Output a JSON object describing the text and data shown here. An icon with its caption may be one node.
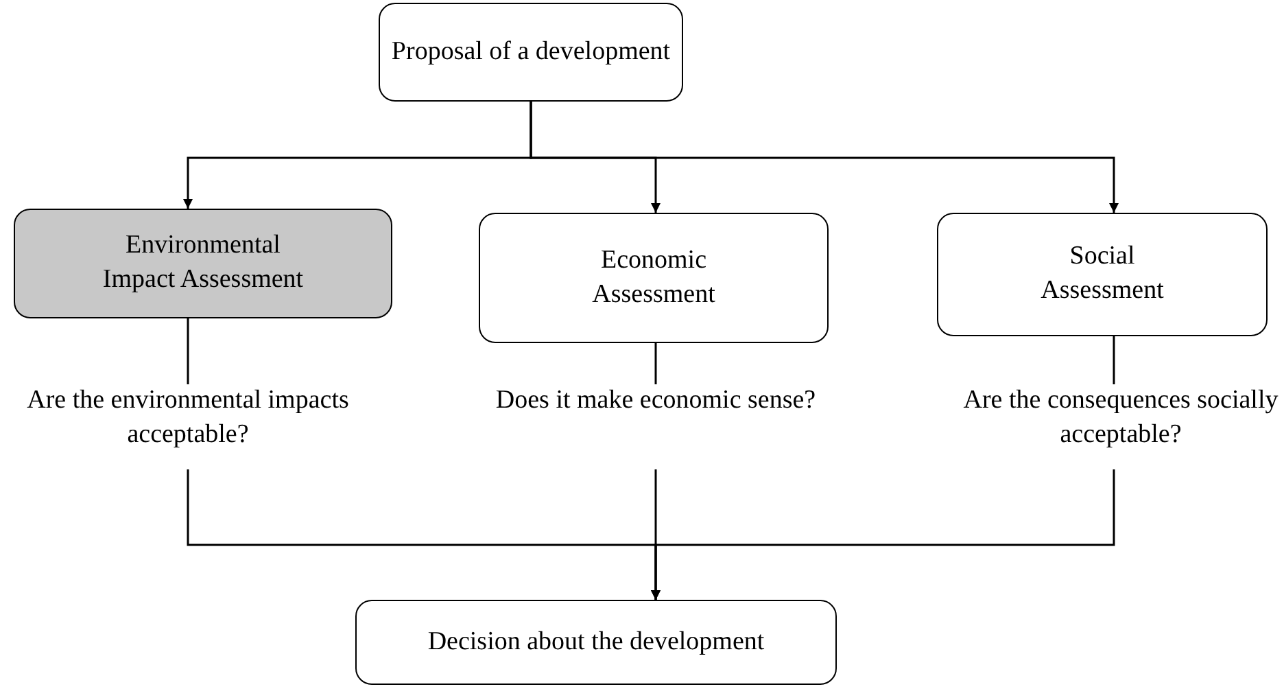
{
  "diagram": {
    "nodes": [
      {
        "text": [
          "Proposal of a development"
        ]
      },
      {
        "text": [
          "Environmental Impact Assessment"
        ]
      },
      {
        "text": [
          "Economic Assessment"
        ]
      },
      {
        "text": [
          "Social Assessment"
        ]
      },
      {
        "text": [
          "Are the environmental impacts acceptable?"
        ]
      },
      {
        "text": [
          "Does it make economic sense?"
        ]
      },
      {
        "text": [
          "Are the consequences socially acceptable?"
        ]
      },
      {
        "text": [
          "Decision about the development"
        ]
      }
    ],
    "edges": [
      {
        "from": 0,
        "to": 1,
        "arrow": "to"
      },
      {
        "from": 0,
        "to": 2,
        "arrow": "to"
      },
      {
        "from": 0,
        "to": 3,
        "arrow": "to"
      },
      {
        "from": 1,
        "to": 4,
        "arrow": "none"
      },
      {
        "from": 2,
        "to": 5,
        "arrow": "none"
      },
      {
        "from": 3,
        "to": 6,
        "arrow": "none"
      },
      {
        "from": 4,
        "to": 7,
        "arrow": "to"
      },
      {
        "from": 5,
        "to": 7,
        "arrow": "to"
      },
      {
        "from": 6,
        "to": 7,
        "arrow": "to"
      }
    ]
  }
}
